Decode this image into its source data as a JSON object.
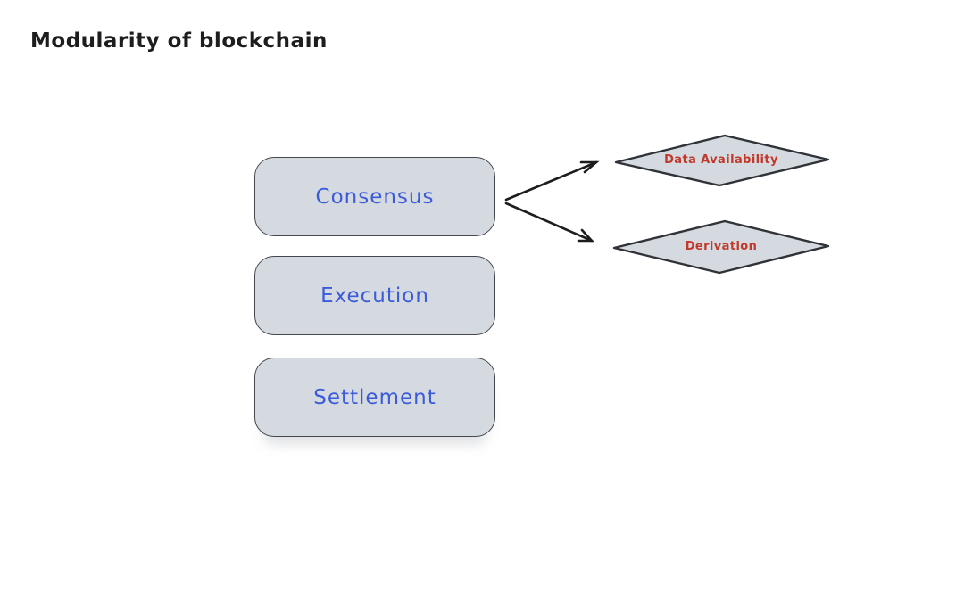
{
  "title": "Modularity of blockchain",
  "colors": {
    "background": "#ffffff",
    "shape_fill": "#d5d9e0",
    "shape_stroke": "#2f3338",
    "box_label_color": "#3b5bdb",
    "diamond_label_color": "#c0392b",
    "arrow_color": "#1d1d1d",
    "title_color": "#1d1d1d"
  },
  "boxes": [
    {
      "label": "Consensus"
    },
    {
      "label": "Execution"
    },
    {
      "label": "Settlement"
    }
  ],
  "diamonds": [
    {
      "label": "Data Availability"
    },
    {
      "label": "Derivation"
    }
  ]
}
